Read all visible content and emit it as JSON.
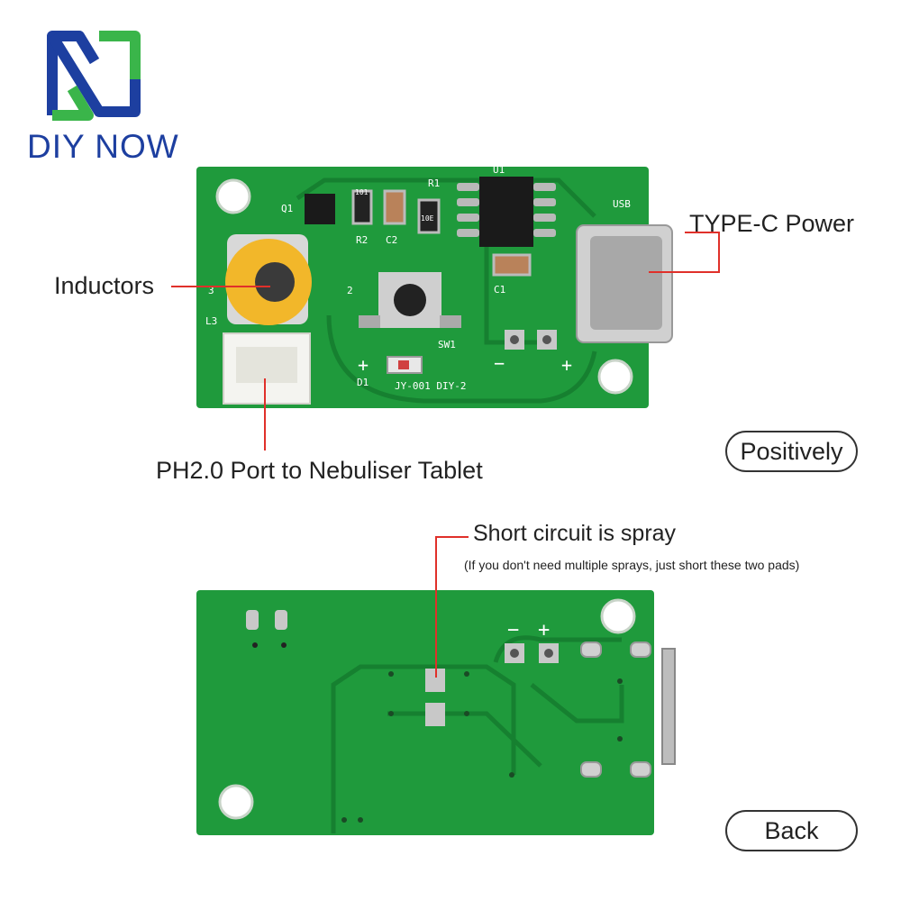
{
  "brand": {
    "name": "DIY NOW",
    "logo_icon": "dn-monogram-icon",
    "colors": {
      "blue": "#1d3fa0",
      "green": "#3ab54a"
    }
  },
  "callouts": {
    "inductors": "Inductors",
    "typec_power": "TYPE-C Power",
    "ph20_port": "PH2.0 Port to Nebuliser Tablet",
    "short_circuit": "Short circuit is spray",
    "short_circuit_note": "(If you don't need multiple sprays, just short these two pads)"
  },
  "badges": {
    "front": "Positively",
    "back": "Back"
  },
  "board_front": {
    "silkscreen": {
      "u1": "U1",
      "r1": "R1",
      "q1": "Q1",
      "r2": "R2",
      "c2": "C2",
      "c1": "C1",
      "l3": "L3",
      "l3_num": "3",
      "sw1": "SW1",
      "sw_num": "2",
      "d1": "D1",
      "usb": "USB",
      "model": "JY-001 DIY-2",
      "plus": "+",
      "minus": "−",
      "r_101": "101",
      "r_10e": "10E"
    }
  },
  "board_back": {
    "silkscreen": {
      "minus": "−",
      "plus": "+"
    }
  },
  "colors": {
    "pcb": "#1f9a3c",
    "pcb_dark": "#168030",
    "callout_line": "#e0302a"
  }
}
